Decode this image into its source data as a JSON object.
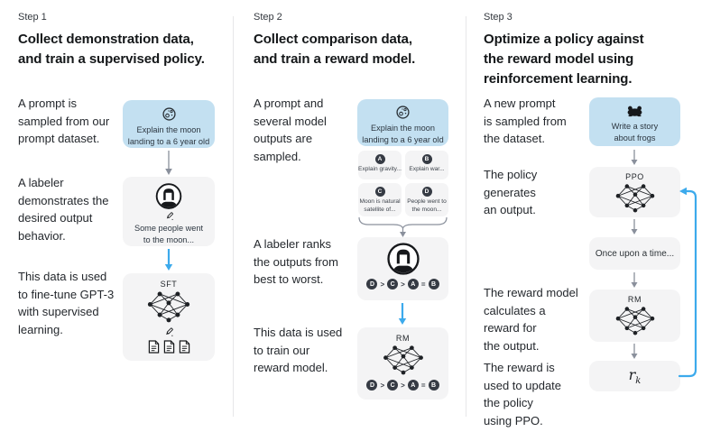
{
  "colors": {
    "prompt_box_bg": "#c3e0f1",
    "panel_bg": "#f4f4f5",
    "badge_bg": "#363b44",
    "accent_blue_arrow": "#3caaec",
    "gray_arrow": "#8a909c",
    "text_dark": "#1f2328"
  },
  "step1": {
    "label": "Step 1",
    "title": "Collect demonstration data,\nand train a supervised policy.",
    "captions": [
      "A prompt is\nsampled from our\nprompt dataset.",
      "A labeler\ndemonstrates the\ndesired output\nbehavior.",
      "This data is used\nto fine-tune GPT-3\nwith supervised\nlearning."
    ],
    "prompt_box": {
      "text": "Explain the moon\nlanding to a 6 year old"
    },
    "labeler_box": {
      "text": "Some people went\nto the moon..."
    },
    "model_box": {
      "label": "SFT"
    }
  },
  "step2": {
    "label": "Step 2",
    "title": "Collect comparison data,\nand train a reward model.",
    "captions": [
      "A prompt and\nseveral model\noutputs are\nsampled.",
      "A labeler ranks\nthe outputs from\nbest to worst.",
      "This data is used\nto train our\nreward model."
    ],
    "prompt_box": {
      "text": "Explain the moon\nlanding to a 6 year old"
    },
    "outputs": [
      {
        "badge": "A",
        "text": "Explain gravity..."
      },
      {
        "badge": "B",
        "text": "Explain war..."
      },
      {
        "badge": "C",
        "text": "Moon is natural\nsatellite of..."
      },
      {
        "badge": "D",
        "text": "People went to\nthe moon..."
      }
    ],
    "ranking": [
      "D",
      ">",
      "C",
      ">",
      "A",
      "=",
      "B"
    ],
    "model_box": {
      "label": "RM"
    }
  },
  "step3": {
    "label": "Step 3",
    "title": "Optimize a policy against\nthe reward model using\nreinforcement learning.",
    "captions": [
      "A new prompt\nis sampled from\nthe dataset.",
      "The policy\ngenerates\nan output.",
      "The reward model\ncalculates a\nreward for\nthe output.",
      "The reward is\nused to update\nthe policy\nusing PPO."
    ],
    "prompt_box": {
      "text": "Write a story\nabout frogs"
    },
    "policy_box": {
      "label": "PPO"
    },
    "output_box": {
      "text": "Once upon a time..."
    },
    "reward_box": {
      "label": "RM"
    },
    "reward_value": {
      "base": "r",
      "sub": "k"
    }
  }
}
